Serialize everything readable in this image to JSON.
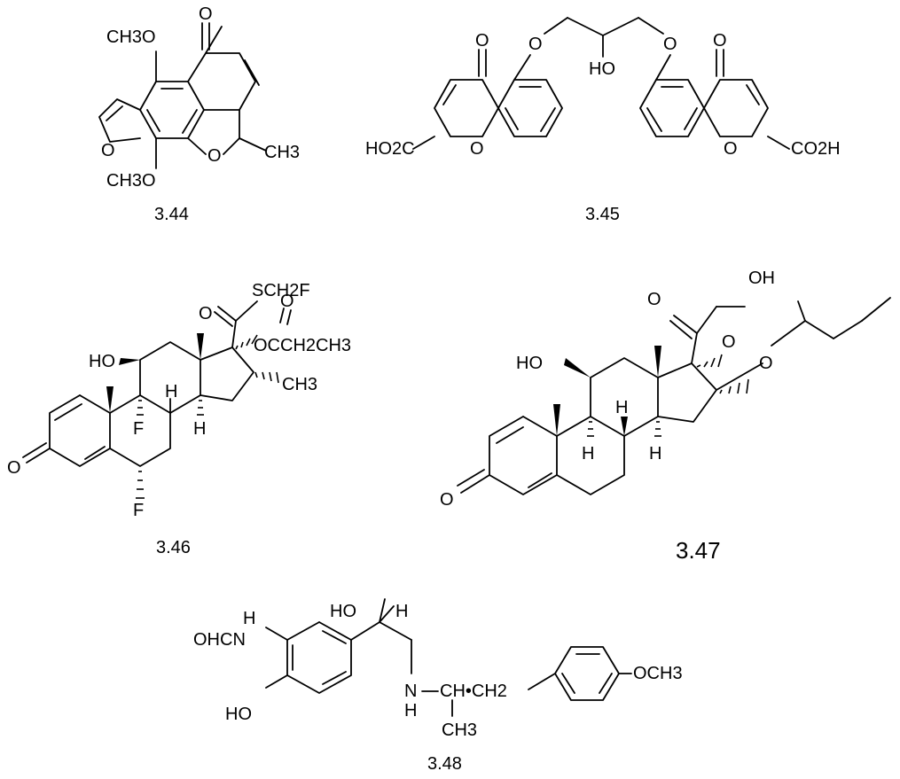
{
  "structures": [
    {
      "id": "3.44",
      "caption": "3.44",
      "labels": {
        "ome_top": "CH3O",
        "ome_bottom": "CH3O",
        "keto_o": "O",
        "furan_o": "O",
        "pyran_o": "O",
        "methyl": "CH3"
      }
    },
    {
      "id": "3.45",
      "caption": "3.45",
      "labels": {
        "keto_left": "O",
        "keto_right": "O",
        "ether_left": "O",
        "ether_right": "O",
        "hydroxyl": "HO",
        "acid_left": "HO2C",
        "acid_right": "CO2H",
        "ring_o_left": "O",
        "ring_o_right": "O"
      }
    },
    {
      "id": "3.46",
      "caption": "3.46",
      "labels": {
        "sch2f": "SCH2F",
        "carbonyl_o": "O",
        "ester_o": "O",
        "propionate": "OCCH2CH3",
        "hydroxyl": "HO",
        "methyl": "CH3",
        "h1": "H",
        "h2": "H",
        "f9": "F",
        "f6": "F",
        "keto_o": "O"
      }
    },
    {
      "id": "3.47",
      "caption": "3.47",
      "labels": {
        "carbonyl_o": "O",
        "hydroxyl_top": "OH",
        "acetal_o1": "O",
        "acetal_o2": "O",
        "hydroxyl": "HO",
        "h8": "H",
        "h9": "H",
        "h14": "H",
        "keto_o": "O"
      }
    },
    {
      "id": "3.48",
      "caption": "3.48",
      "labels": {
        "formamide": "OHCN",
        "nh_h": "H",
        "hydroxyl_top": "HO",
        "h_top": "H",
        "phenol": "HO",
        "amine_n": "N",
        "amine_h": "H",
        "chain": "CH•CH2",
        "methyl": "CH3",
        "methoxy": "OCH3"
      }
    }
  ]
}
